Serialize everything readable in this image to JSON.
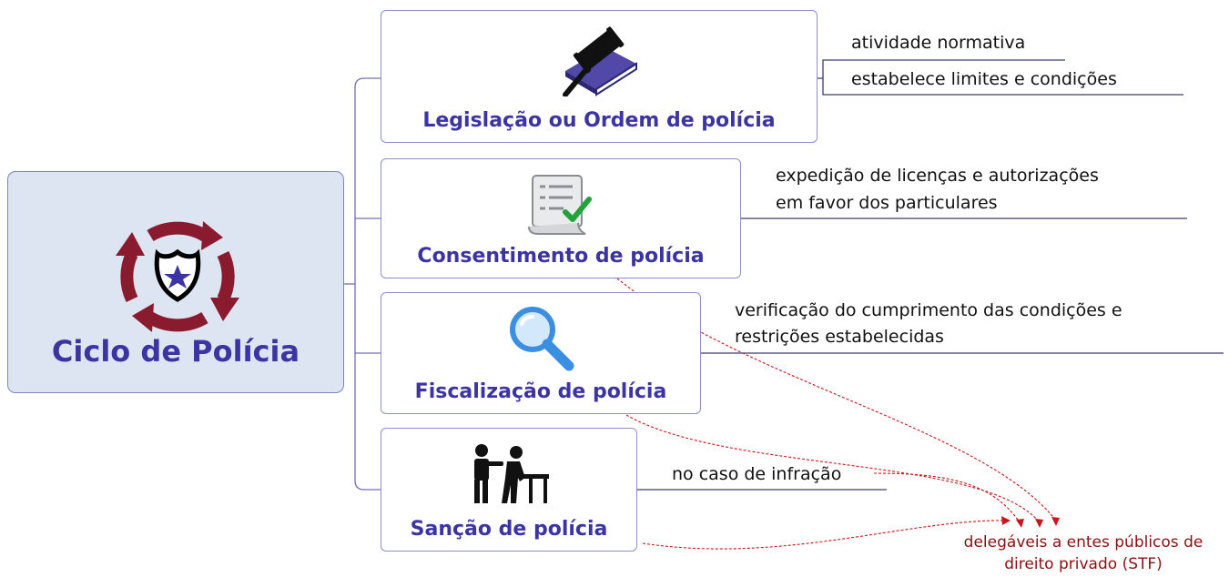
{
  "root": {
    "title": "Ciclo de Polícia",
    "icon": "cycle-badge-icon"
  },
  "branches": [
    {
      "label": "Legislação ou Ordem de polícia",
      "icon": "gavel-book-icon",
      "details": [
        "atividade normativa",
        "estabelece limites e condições"
      ]
    },
    {
      "label": "Consentimento de polícia",
      "icon": "checklist-document-icon",
      "details": [
        "expedição de licenças e autorizações",
        "em favor dos particulares"
      ]
    },
    {
      "label": "Fiscalização de polícia",
      "icon": "magnifier-icon",
      "details": [
        "verificação do cumprimento das condições e",
        "restrições estabelecidas"
      ]
    },
    {
      "label": "Sanção de polícia",
      "icon": "arrest-icon",
      "details": [
        "no caso de infração"
      ]
    }
  ],
  "note": {
    "lines": [
      "delegáveis a entes públicos de",
      "direito privado (STF)"
    ]
  },
  "colors": {
    "accent": "#3c34a2",
    "cycle": "#8a1b2e",
    "note": "#8b1010",
    "connector": "#6f70b8"
  }
}
